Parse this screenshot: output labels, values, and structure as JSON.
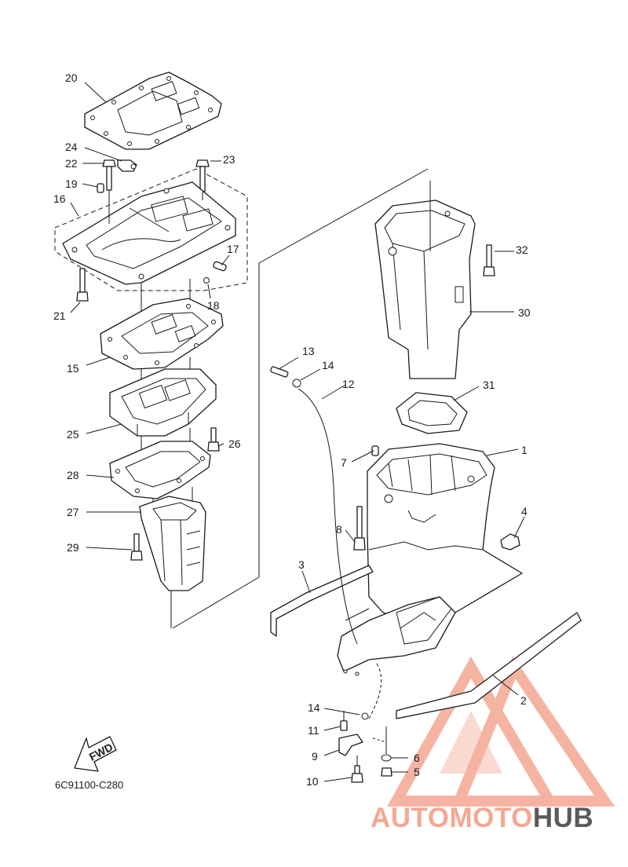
{
  "diagram_code": "6C91100-C280",
  "fwd_label": "FWD",
  "watermark": {
    "part1": "AUTOMOTO",
    "part2": "HUB",
    "color_primary": "#f4a892",
    "color_secondary": "#5a5a5a"
  },
  "callouts": {
    "c1": "1",
    "c2": "2",
    "c3": "3",
    "c4": "4",
    "c5": "5",
    "c6": "6",
    "c7": "7",
    "c8": "8",
    "c9": "9",
    "c10": "10",
    "c11": "11",
    "c12": "12",
    "c13": "13",
    "c14a": "14",
    "c14b": "14",
    "c15": "15",
    "c16": "16",
    "c17": "17",
    "c18": "18",
    "c19": "19",
    "c20": "20",
    "c21": "21",
    "c22": "22",
    "c23": "23",
    "c24": "24",
    "c25": "25",
    "c26": "26",
    "c27": "27",
    "c28": "28",
    "c29": "29",
    "c30": "30",
    "c31": "31",
    "c32": "32"
  }
}
